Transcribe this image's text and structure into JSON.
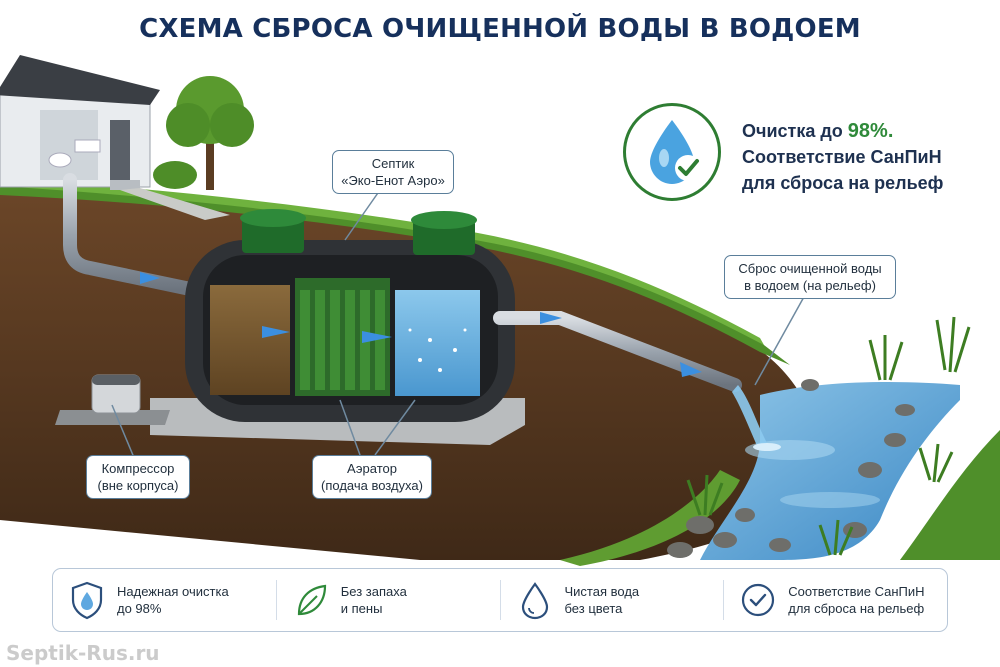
{
  "title": "СХЕМА СБРОСА ОЧИЩЕННОЙ ВОДЫ В ВОДОЕМ",
  "quality": {
    "line1_prefix": "Очистка до ",
    "line1_value": "98%.",
    "line2": "Соответствие СанПиН",
    "line3": "для сброса на рельеф"
  },
  "callouts": {
    "septic_line1": "Септик",
    "septic_line2": "«Эко-Енот Аэро»",
    "discharge_line1": "Сброс очищенной воды",
    "discharge_line2": "в водоем (на рельеф)",
    "compressor_line1": "Компрессор",
    "compressor_line2": "(вне корпуса)",
    "aerator_line1": "Аэратор",
    "aerator_line2": "(подача воздуха)"
  },
  "features": [
    {
      "icon": "shield-drop-icon",
      "text": "Надежная очистка\nдо 98%"
    },
    {
      "icon": "leaf-icon",
      "text": "Без запаха\nи пены"
    },
    {
      "icon": "water-drop-icon",
      "text": "Чистая вода\nбез цвета"
    },
    {
      "icon": "check-circle-icon",
      "text": "Соответствие СанПиН\nдля сброса на рельеф"
    }
  ],
  "watermark": "Septik-Rus.ru",
  "colors": {
    "title": "#16305c",
    "accent_green": "#2f8a3a",
    "water": "#4a9bd6",
    "soil": "#5a3b22",
    "grass": "#4f8f2a"
  }
}
